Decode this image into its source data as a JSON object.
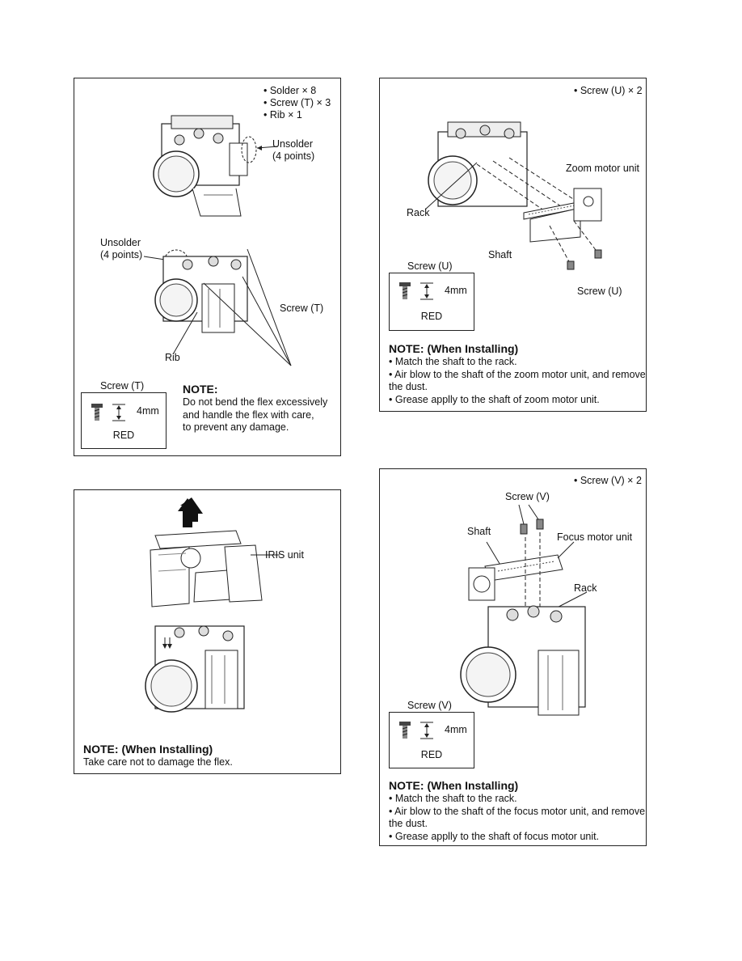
{
  "panel1": {
    "spec_lines": [
      "• Solder × 8",
      "• Screw (T) × 3",
      "• Rib × 1"
    ],
    "unsolder_top": [
      "Unsolder",
      "(4 points)"
    ],
    "unsolder_mid": [
      "Unsolder",
      "(4 points)"
    ],
    "screw_label": "Screw (T)",
    "rib_label": "Rib",
    "screw_box": {
      "title": "Screw (T)",
      "length": "4mm",
      "color": "RED"
    },
    "note": {
      "heading": "NOTE:",
      "lines": [
        "Do not bend the flex excessively",
        "and handle the flex with care,",
        "to prevent any damage."
      ]
    }
  },
  "panel2": {
    "spec": "• Screw (U) × 2",
    "zoom_label": "Zoom motor unit",
    "rack_label": "Rack",
    "shaft_label": "Shaft",
    "screw_label": "Screw (U)",
    "screw_box": {
      "title": "Screw (U)",
      "length": "4mm",
      "color": "RED"
    },
    "note": {
      "heading": "NOTE: (When Installing)",
      "lines": [
        "• Match the shaft to the rack.",
        "• Air blow to the shaft of the zoom motor unit, and remove",
        "   the dust.",
        "• Grease applly to the shaft of zoom motor unit."
      ]
    }
  },
  "panel3": {
    "iris_label": "IRIS unit",
    "note": {
      "heading": "NOTE: (When Installing)",
      "lines": [
        "Take care not to damage the flex."
      ]
    }
  },
  "panel4": {
    "spec": "• Screw (V) × 2",
    "screw_label": "Screw (V)",
    "shaft_label": "Shaft",
    "focus_label": "Focus motor unit",
    "rack_label": "Rack",
    "screw_box": {
      "title": "Screw (V)",
      "length": "4mm",
      "color": "RED"
    },
    "note": {
      "heading": "NOTE: (When Installing)",
      "lines": [
        "• Match the shaft to the rack.",
        "• Air blow to the shaft of the focus motor unit, and remove",
        "   the dust.",
        "• Grease applly to the shaft of focus motor unit."
      ]
    }
  }
}
